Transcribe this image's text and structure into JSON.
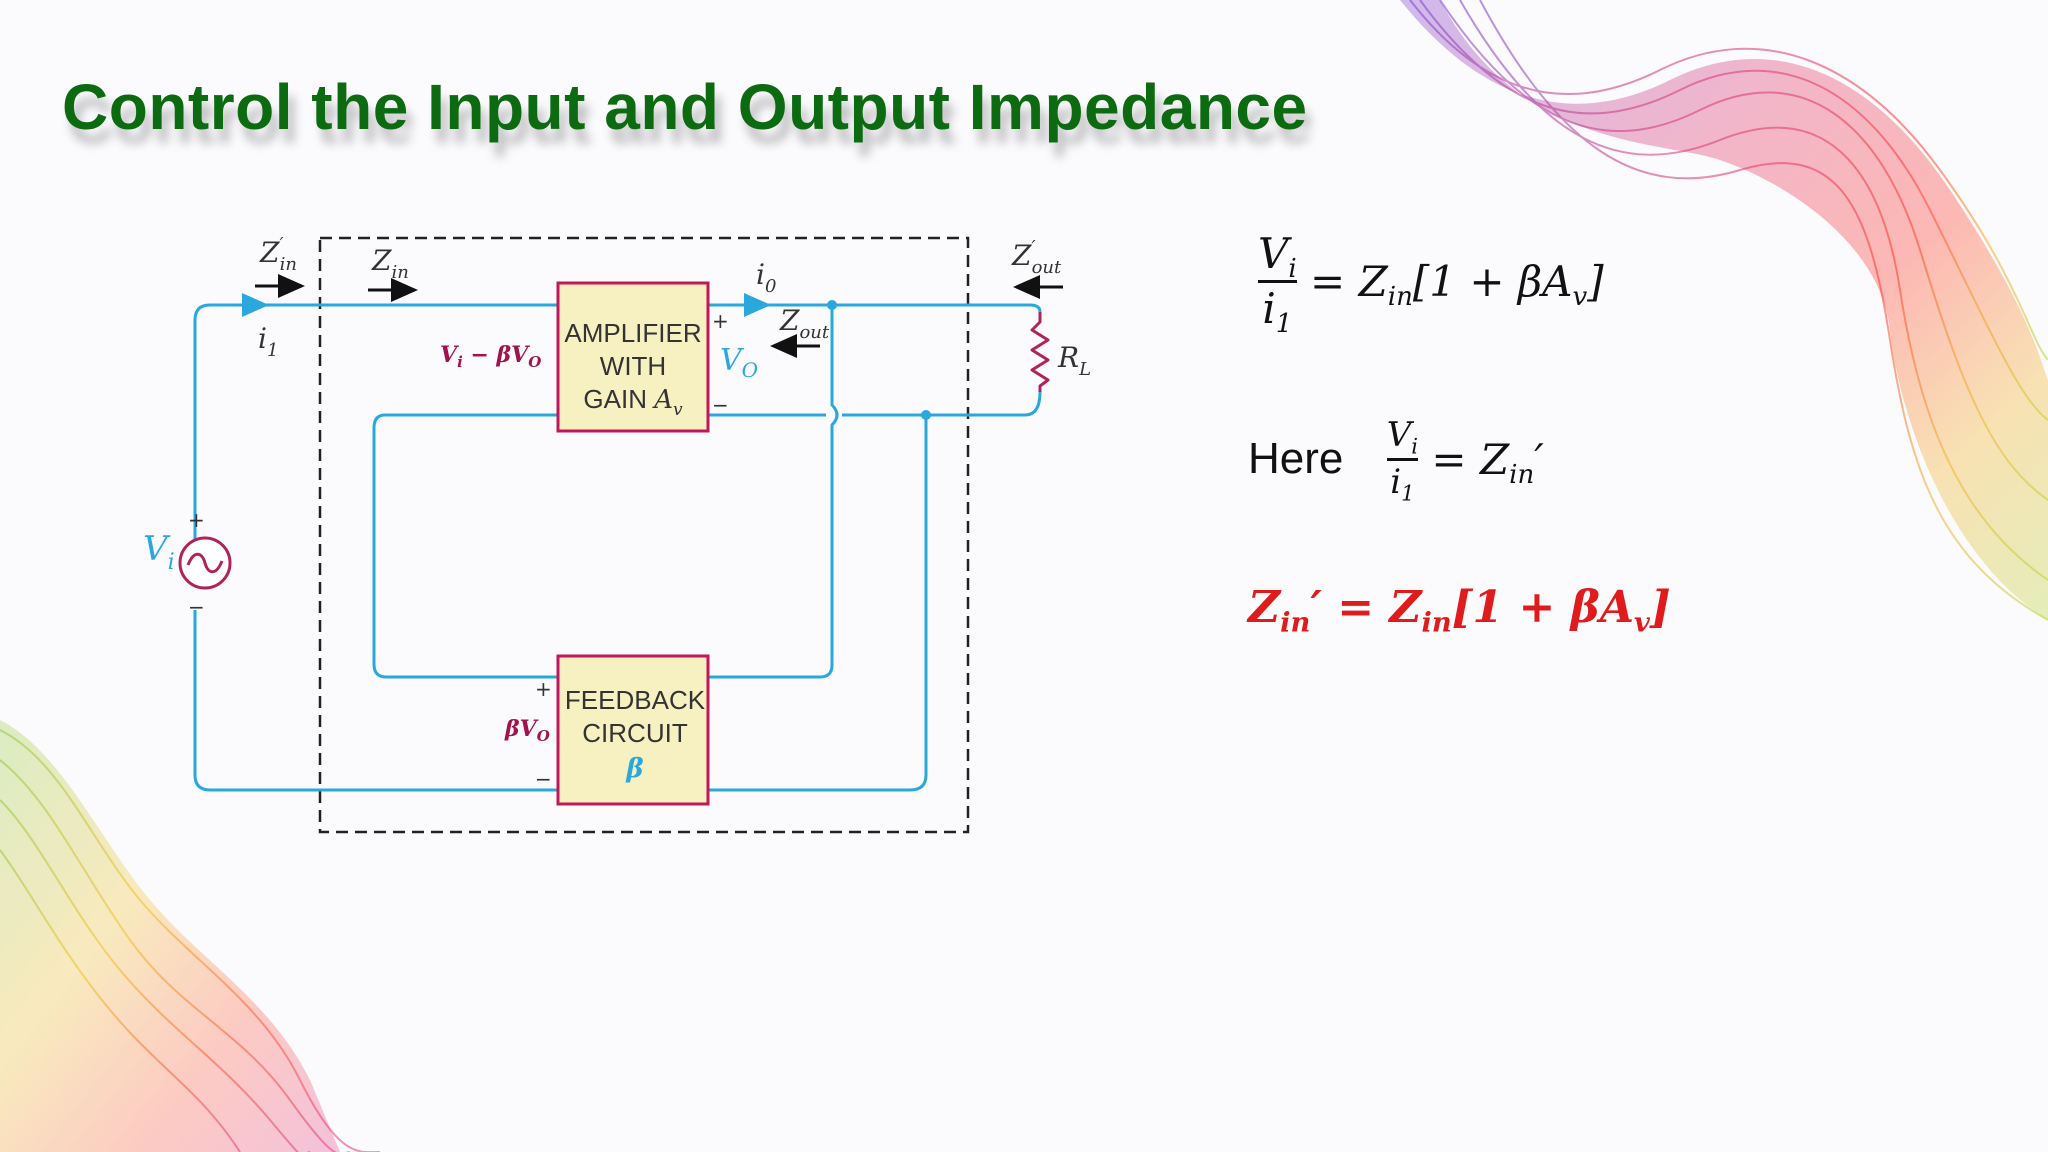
{
  "title": "Control the Input and Output Impedance",
  "diagram": {
    "amplifier": {
      "line1": "AMPLIFIER",
      "line2": "WITH",
      "line3_prefix": "GAIN ",
      "gain_symbol": "A",
      "gain_sub": "v"
    },
    "feedback": {
      "line1": "FEEDBACK",
      "line2": "CIRCUIT",
      "symbol": "β"
    },
    "labels": {
      "zin_prime": "Z",
      "zin_prime_sub": "in",
      "zin_prime_mark": "′",
      "zin": "Z",
      "zin_sub": "in",
      "i1": "i",
      "i1_sub": "1",
      "io": "i",
      "io_sub": "0",
      "zout": "Z",
      "zout_sub": "out",
      "zout_prime": "Z",
      "zout_prime_sub": "out",
      "zout_prime_mark": "′",
      "rl": "R",
      "rl_sub": "L",
      "vi": "V",
      "vi_sub": "i",
      "vo": "V",
      "vo_sub": "O",
      "diff": "V",
      "diff_sub": "i",
      "diff_mid": " − βV",
      "diff_sub2": "O",
      "bvo": "βV",
      "bvo_sub": "O",
      "plus": "+",
      "minus": "−"
    }
  },
  "equations": {
    "eq1": {
      "num": "V",
      "num_sub": "i",
      "den": "i",
      "den_sub": "1",
      "rhs_a": " = Z",
      "rhs_sub": "in",
      "rhs_b": "[1 + βA",
      "rhs_sub2": "v",
      "rhs_c": "]"
    },
    "eq2": {
      "here": "Here",
      "num": "V",
      "num_sub": "i",
      "den": "i",
      "den_sub": "1",
      "rhs_a": " = Z",
      "rhs_sub": "in",
      "rhs_b": "′"
    },
    "eq3": {
      "lhs": "Z",
      "lhs_sub": "in",
      "lhs_mark": "′",
      "rhs_a": " = Z",
      "rhs_sub": "in",
      "rhs_b": "[1 + βA",
      "rhs_sub2": "v",
      "rhs_c": "]"
    }
  },
  "colors": {
    "title": "#0c6a10",
    "wire": "#2aa8de",
    "box_fill": "#f7f1c2",
    "box_border": "#c2185b",
    "diff_label": "#a0134f",
    "highlight_eq": "#e01b1b"
  }
}
